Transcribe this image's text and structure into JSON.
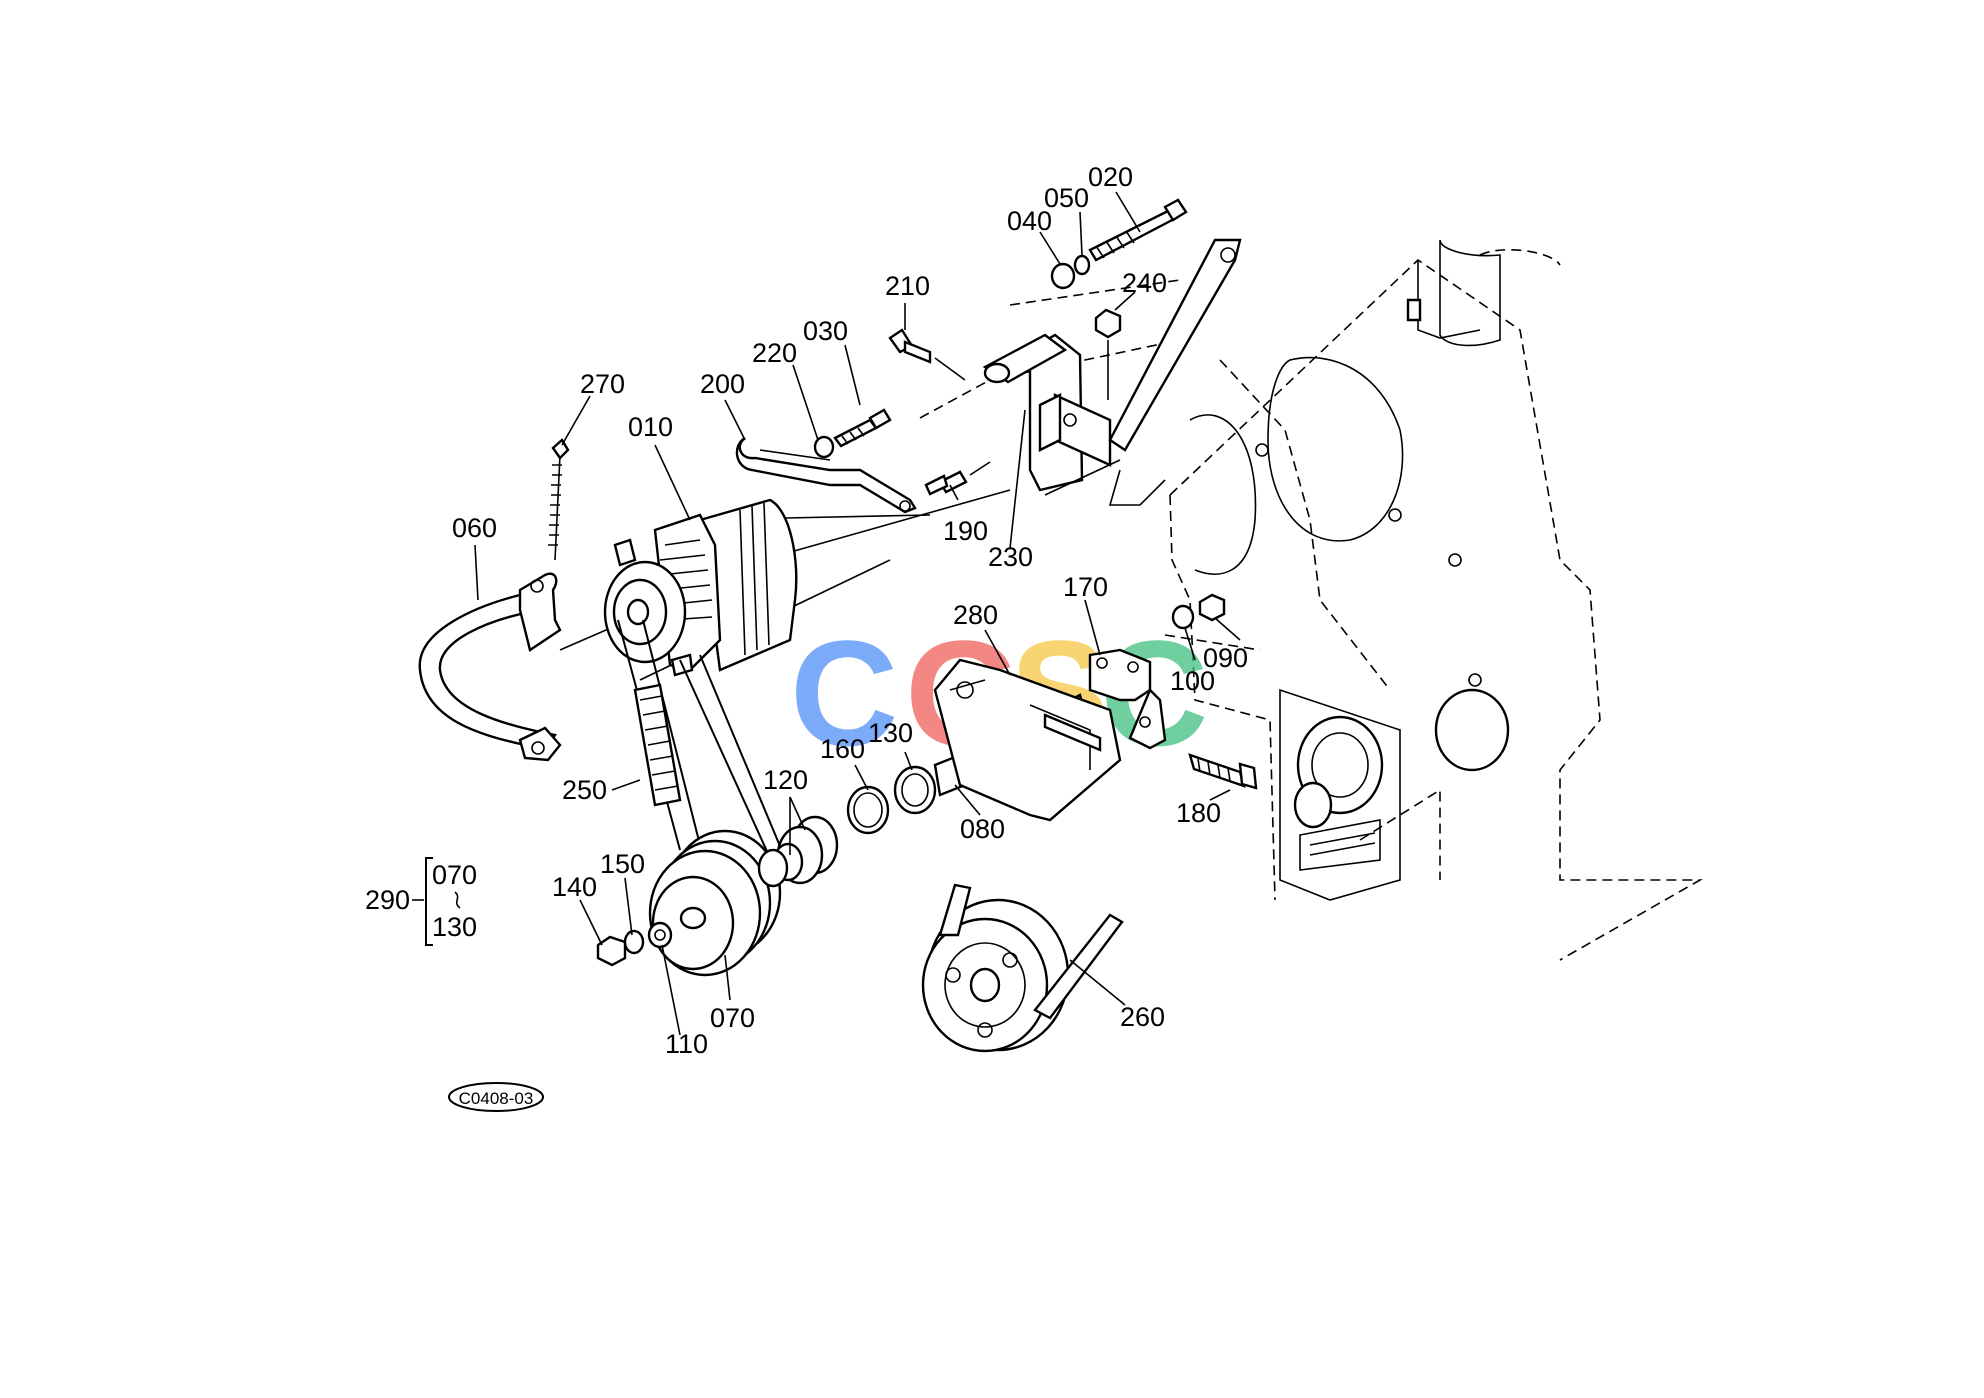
{
  "part_labels": [
    {
      "id": "020",
      "text": "020"
    },
    {
      "id": "050",
      "text": "050"
    },
    {
      "id": "040",
      "text": "040"
    },
    {
      "id": "210",
      "text": "210"
    },
    {
      "id": "240",
      "text": "240"
    },
    {
      "id": "030",
      "text": "030"
    },
    {
      "id": "220",
      "text": "220"
    },
    {
      "id": "270",
      "text": "270"
    },
    {
      "id": "200",
      "text": "200"
    },
    {
      "id": "010",
      "text": "010"
    },
    {
      "id": "190",
      "text": "190"
    },
    {
      "id": "060",
      "text": "060"
    },
    {
      "id": "230",
      "text": "230"
    },
    {
      "id": "170",
      "text": "170"
    },
    {
      "id": "280",
      "text": "280"
    },
    {
      "id": "090",
      "text": "090"
    },
    {
      "id": "100",
      "text": "100"
    },
    {
      "id": "160",
      "text": "160"
    },
    {
      "id": "130a",
      "text": "130"
    },
    {
      "id": "120",
      "text": "120"
    },
    {
      "id": "250",
      "text": "250"
    },
    {
      "id": "180",
      "text": "180"
    },
    {
      "id": "080",
      "text": "080"
    },
    {
      "id": "150",
      "text": "150"
    },
    {
      "id": "140",
      "text": "140"
    },
    {
      "id": "070",
      "text": "070"
    },
    {
      "id": "110",
      "text": "110"
    },
    {
      "id": "260",
      "text": "260"
    }
  ],
  "group": {
    "parent": "290",
    "first": "070",
    "last": "130"
  },
  "figure_code": "C0408-03",
  "watermark": {
    "letters": [
      "C",
      "G",
      "S",
      "C"
    ],
    "colors": [
      "#4f8ff7",
      "#f0605a",
      "#f6c744",
      "#3fbf7f"
    ]
  }
}
